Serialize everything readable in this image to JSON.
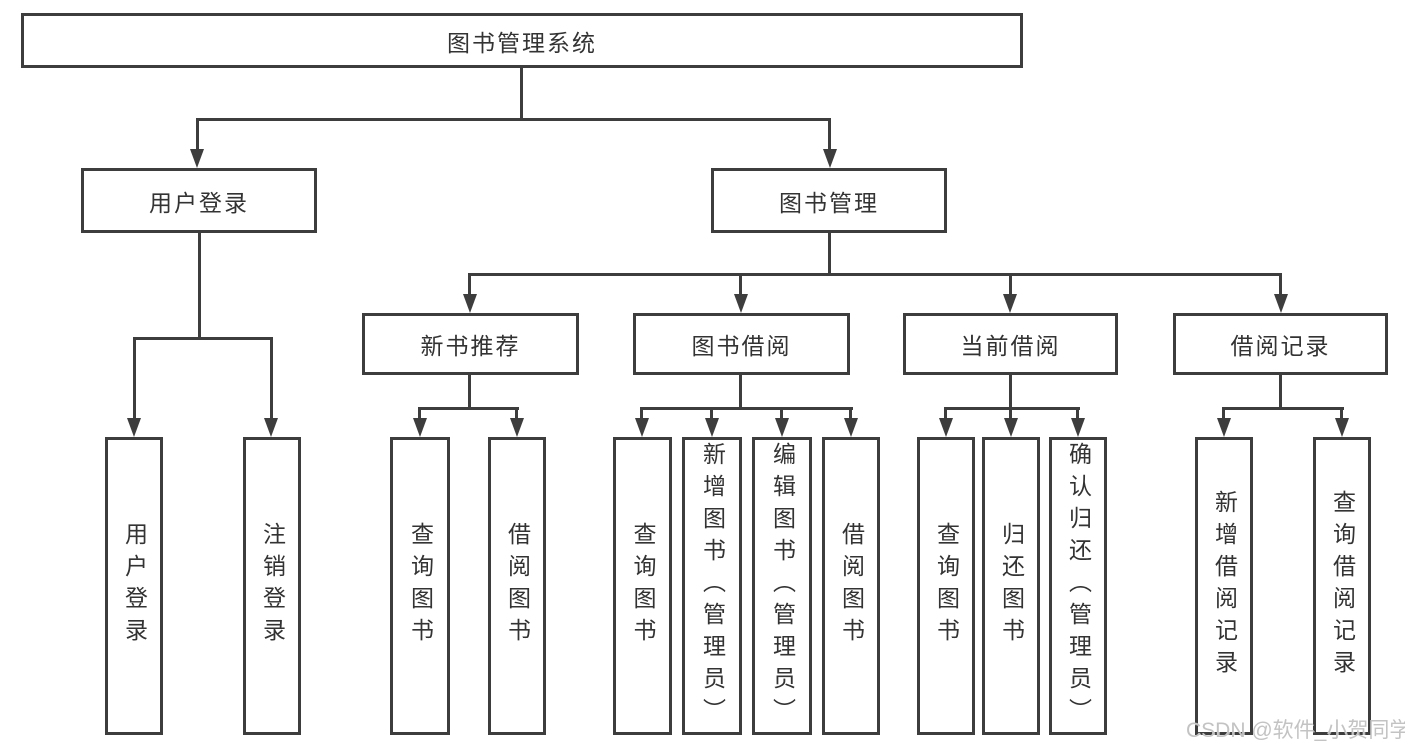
{
  "tree": {
    "root": {
      "label": "图书管理系统"
    },
    "branches": [
      {
        "label": "用户登录",
        "children": [
          {
            "label": "用户登录"
          },
          {
            "label": "注销登录"
          }
        ]
      },
      {
        "label": "图书管理",
        "children": [
          {
            "label": "新书推荐",
            "children": [
              {
                "label": "查询图书"
              },
              {
                "label": "借阅图书"
              }
            ]
          },
          {
            "label": "图书借阅",
            "children": [
              {
                "label": "查询图书"
              },
              {
                "label": "新增图书（管理员）"
              },
              {
                "label": "编辑图书（管理员）"
              },
              {
                "label": "借阅图书"
              }
            ]
          },
          {
            "label": "当前借阅",
            "children": [
              {
                "label": "查询图书"
              },
              {
                "label": "归还图书"
              },
              {
                "label": "确认归还（管理员）"
              }
            ]
          },
          {
            "label": "借阅记录",
            "children": [
              {
                "label": "新增借阅记录"
              },
              {
                "label": "查询借阅记录"
              }
            ]
          }
        ]
      }
    ]
  },
  "watermark": {
    "text": "CSDN @软件_小贺同学"
  },
  "colors": {
    "line": "#3d3d3d",
    "text": "#333333",
    "background": "#ffffff",
    "watermark": "#c3c3c3"
  }
}
